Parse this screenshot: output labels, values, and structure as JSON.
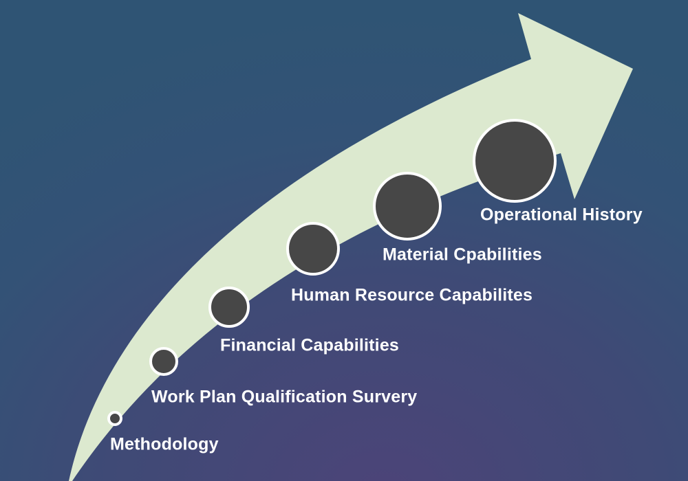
{
  "colors": {
    "arrow": "#dce9cf",
    "circle_fill": "#474747",
    "circle_stroke": "#ffffff",
    "text": "#ffffff"
  },
  "steps": [
    {
      "label": "Methodology",
      "size": 1
    },
    {
      "label": "Work Plan Qualification Survery",
      "size": 2
    },
    {
      "label": "Financial Capabilities",
      "size": 3
    },
    {
      "label": "Human Resource Capabilites",
      "size": 4
    },
    {
      "label": "Material Cpabilities",
      "size": 5
    },
    {
      "label": "Operational History",
      "size": 6
    }
  ]
}
